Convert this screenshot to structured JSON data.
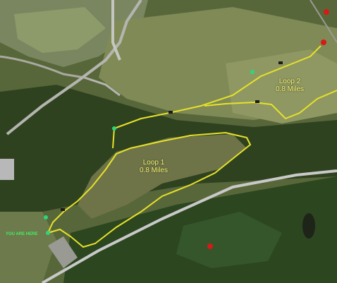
{
  "loops": [
    {
      "name": "Loop 1",
      "length": "0.8 Miles"
    },
    {
      "name": "Loop 2",
      "length": "0.8 Miles"
    }
  ],
  "you_are_here": "YOU ARE HERE",
  "colors": {
    "trail": "#e6e12a",
    "marker_green": "#2ed67a",
    "marker_red": "#d61a1a",
    "road": "#c9c9c9"
  }
}
